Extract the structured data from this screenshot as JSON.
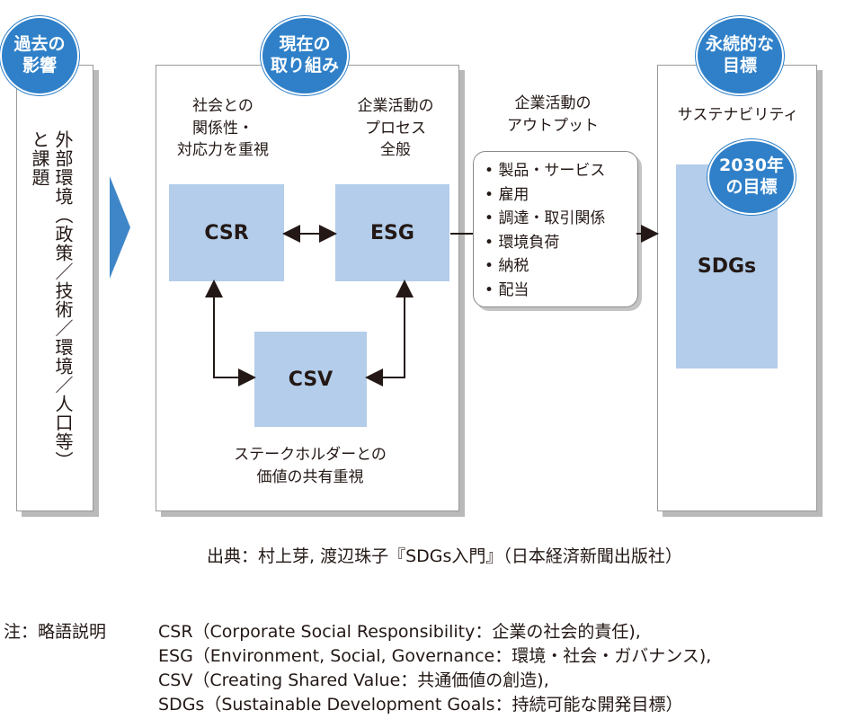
{
  "columns": {
    "past": {
      "badge": "過去の\n影響",
      "vertical_text": [
        "外部環境（政策／技術／環境／人口等）",
        "と課題"
      ]
    },
    "current": {
      "badge": "現在の\n取り組み",
      "csr_caption": "社会との\n関係性・\n対応力を重視",
      "esg_caption": "企業活動の\nプロセス\n全般",
      "csv_caption": "ステークホルダーとの\n価値の共有重視",
      "csr_label": "CSR",
      "esg_label": "ESG",
      "csv_label": "CSV"
    },
    "output": {
      "title": "企業活動の\nアウトプット",
      "items": [
        "製品・サービス",
        "雇用",
        "調達・取引関係",
        "環境負荷",
        "納税",
        "配当"
      ]
    },
    "future": {
      "badge": "永続的な\n目標",
      "caption": "サステナビリティ",
      "sub_badge": "2030年\nの目標",
      "sdgs_label": "SDGs"
    }
  },
  "source": "出典：村上芽, 渡辺珠子『SDGs入門』（日本経済新聞出版社）",
  "notes": {
    "prefix": "注：略語説明",
    "lines": [
      "CSR（Corporate Social Responsibility：企業の社会的責任),",
      "ESG（Environment, Social, Governance：環境・社会・ガバナンス),",
      "CSV（Creating Shared Value：共通価値の創造),",
      "SDGs（Sustainable Development Goals：持続可能な開発目標）"
    ]
  },
  "colors": {
    "badge": "#2f80c8",
    "box": "#b3cdea",
    "arrow": "#231815",
    "chevron": "#3f86c8"
  }
}
